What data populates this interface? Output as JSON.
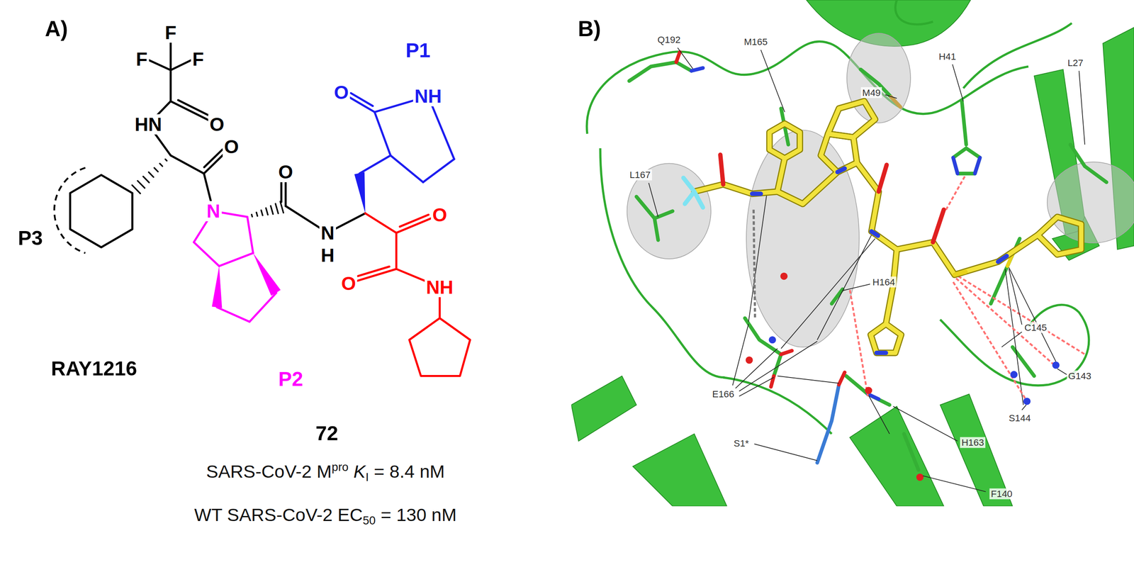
{
  "diagram": {
    "labels": [
      "A)",
      "F",
      "F",
      "F",
      "P1",
      "O",
      "NH",
      "HN",
      "O",
      "O",
      "O",
      "N",
      "O",
      "N",
      "P3",
      "H",
      "O",
      "NH",
      "RAY1216",
      "P2",
      "72",
      "SARS-CoV-2 M",
      "pro",
      "K",
      "I",
      "= 8.4 nM",
      "WT SARS-CoV-2 EC",
      "50",
      "= 130 nM",
      "B)",
      "Q192",
      "M165",
      "H41",
      "L27",
      "M49",
      "L167",
      "H164",
      "C145",
      "G143",
      "E166",
      "S144",
      "H163",
      "S1*",
      "F140"
    ]
  }
}
